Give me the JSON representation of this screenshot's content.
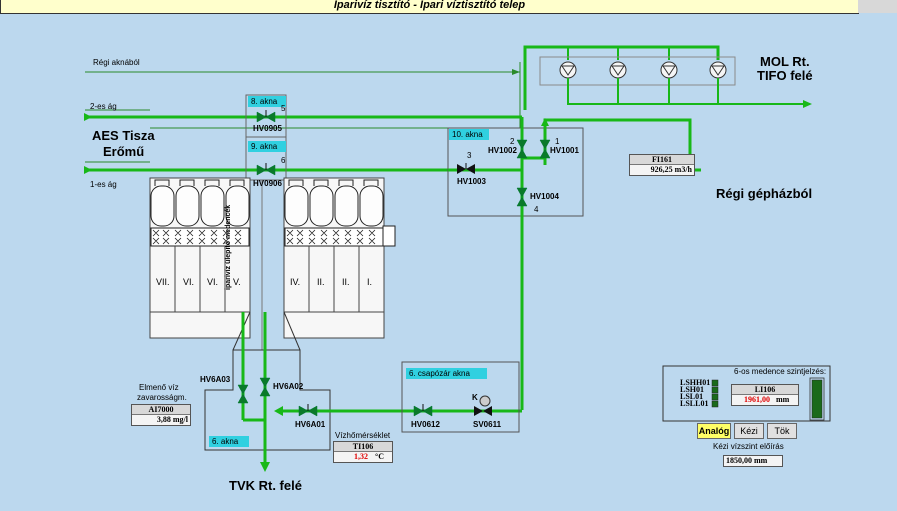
{
  "title": "Iparivíz tisztító  -  Ipari víztisztító telep",
  "labels": {
    "regi_aknabol": "Régi aknából",
    "masodik_ag": "2-es ág",
    "elso_ag": "1-es ág",
    "aes": "AES Tisza",
    "eromu": "Erőmű",
    "mol": "MOL Rt.",
    "tifo": "TIFO felé",
    "regi_gephaz": "Régi gépházból",
    "tvk": "TVK Rt. felé",
    "medence_vertical": "iparivíz ülepítő medencék",
    "elmeno_1": "Elmenő víz",
    "elmeno_2": "zavarosságm.",
    "vizhom": "Vízhőmérséklet"
  },
  "aknas": {
    "akna8": "8. akna",
    "akna9": "9. akna",
    "akna10": "10. akna",
    "akna6": "6. akna",
    "csapozar": "6. csapózár akna"
  },
  "valves": {
    "hv0905": "HV0905",
    "hv0906": "HV0906",
    "hv1002": "HV1002",
    "hv1001": "HV1001",
    "hv1003": "HV1003",
    "hv1004": "HV1004",
    "hv6a03": "HV6A03",
    "hv6a02": "HV6A02",
    "hv6a01": "HV6A01",
    "hv0612": "HV0612",
    "sv0611": "SV0611",
    "n5": "5",
    "n6": "6",
    "n2": "2",
    "n1": "1",
    "n3": "3",
    "n4": "4",
    "k": "K"
  },
  "basins": [
    "VII.",
    "VI.",
    "VI.",
    "V.",
    "IV.",
    "II.",
    "II.",
    "I."
  ],
  "instruments": {
    "fi161_tag": "FI161",
    "fi161_val": "926,25 m3/h",
    "ai7000_tag": "AI7000",
    "ai7000_val": "3,88 mg/l",
    "ti106_tag": "TI106",
    "ti106_val": "1,32",
    "ti106_unit": "°C"
  },
  "level_panel": {
    "title": "6-os medence szintjelzés:",
    "switches": [
      "LSHH01",
      "LSH01",
      "LSL01",
      "LSLL01"
    ],
    "li_tag": "LI106",
    "li_val": "1961,00",
    "li_unit": "mm",
    "btn_analog": "Analóg",
    "btn_kezi": "Kézi",
    "btn_tok": "Tök",
    "kezi_label": "Kézi vízszint előírás",
    "kezi_val": "1850,00",
    "kezi_unit": "mm"
  },
  "colors": {
    "pipe": "#18b818",
    "valve": "#0a7a2a",
    "akna": "#30d0e0",
    "bg": "#bcd8ee",
    "alarm_red": "#e00000"
  }
}
